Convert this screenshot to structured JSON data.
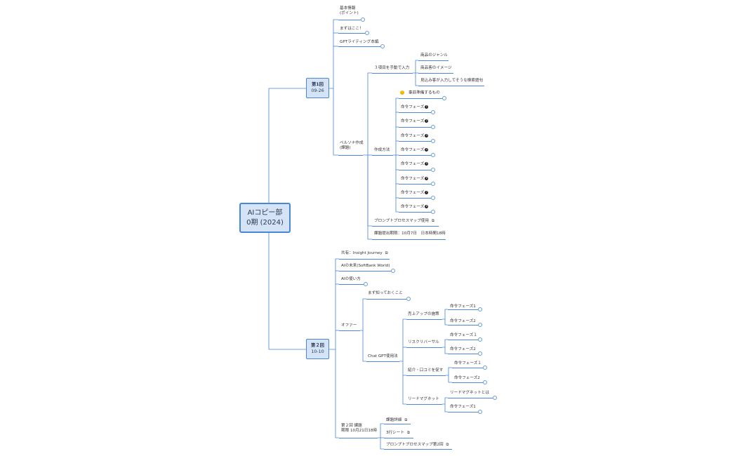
{
  "root": {
    "line1": "AIコピー部",
    "line2": "0期 (2024)"
  },
  "session1": {
    "title": "第1回",
    "date": "09-26",
    "kihon": "基本情報",
    "kihon2": "(ポイント)",
    "mazu": "まずはここ！",
    "gpt": "GPTライティング本編",
    "persona": "ペルソナ作成",
    "persona2": "(課題)",
    "san": "３項目を手動で入力",
    "san_items": [
      "商品のジャンル",
      "商品客のイメージ",
      "見込み客が入力してそうな検索語句"
    ],
    "sakusei": "作成方法",
    "jizen": "事前準備するもの",
    "phases": [
      "命令フェーズ",
      "命令フェーズ",
      "命令フェーズ",
      "命令フェーズ",
      "命令フェーズ",
      "命令フェーズ",
      "命令フェーズ",
      "命令フェーズ"
    ],
    "phase_nums": [
      "1",
      "2",
      "3",
      "4",
      "5",
      "6",
      "7",
      "8"
    ],
    "prompt": "プロンプトプロセスマップ使用",
    "deadline": "課題提出期限：10月7日　日本時間18時"
  },
  "session2": {
    "title": "第２回",
    "date": "10-10",
    "kyoyu": "共有：Insight Journey",
    "mirai": "AIの未来(SoftBank World)",
    "tsukaikata": "AIの使い方",
    "offer": "オファー",
    "mazushitte": "まず知っておくこと",
    "chatgpt": "Chat GPT使用法",
    "uriage": "売上アップの施策",
    "risk": "リスクリバーサル",
    "shokai": "紹介・口コミを促す",
    "lead": "リードマグネット",
    "uriage_items": [
      "命令フェーズ1",
      "命令フェーズ2"
    ],
    "risk_items": [
      "命令フェーズ１",
      "命令フェーズ2"
    ],
    "shokai_items": [
      "命令フェーズ１",
      "命令フェーズ2"
    ],
    "lead_items": [
      "リードマグネットとは",
      "命令フェーズ1"
    ],
    "kadai": "第２回 課題",
    "kadai2": "期限 10月21日18時",
    "kadai_items": [
      "課題詳細",
      "3行シート",
      "プロンプトプロセスマップ第2回"
    ]
  }
}
